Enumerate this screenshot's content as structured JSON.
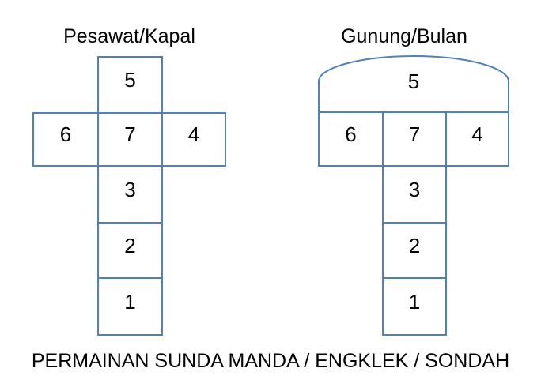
{
  "caption": "PERMAINAN SUNDA MANDA / ENGKLEK / SONDAH",
  "colors": {
    "outline": "#4F81BD",
    "text": "#000000",
    "background": "#FFFFFF"
  },
  "figures": [
    {
      "title": "Pesawat/Kapal",
      "shape": "cross",
      "cells": {
        "5": "5",
        "6": "6",
        "7": "7",
        "4": "4",
        "3": "3",
        "2": "2",
        "1": "1"
      }
    },
    {
      "title": "Gunung/Bulan",
      "shape": "dome-top",
      "cells": {
        "5": "5",
        "6": "6",
        "7": "7",
        "4": "4",
        "3": "3",
        "2": "2",
        "1": "1"
      }
    }
  ]
}
